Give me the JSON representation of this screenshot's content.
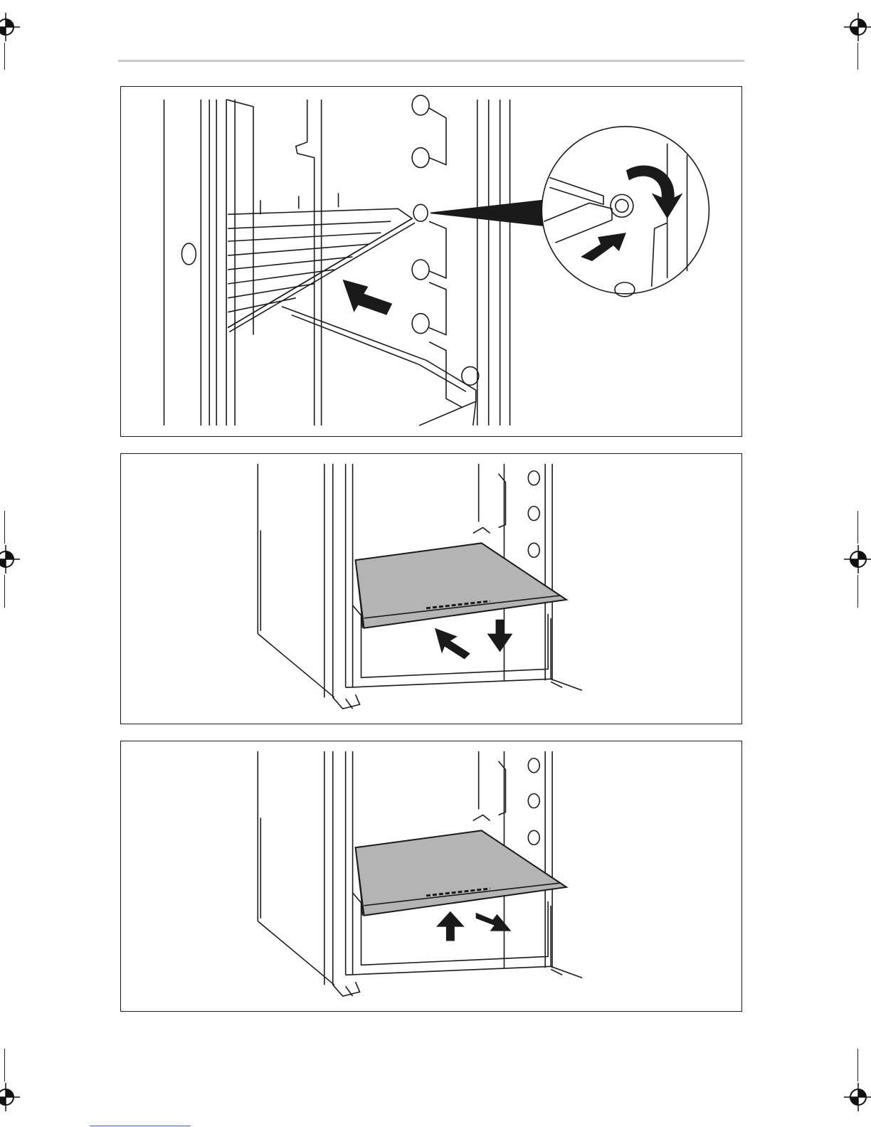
{
  "page": {
    "background": "#ffffff",
    "line_color": "#1a1a1a",
    "shade_color": "#b4b4b4",
    "rule_color": "#c8c8c8"
  },
  "figures": [
    {
      "id": "fig-1",
      "content": "shelf-rail-installation",
      "icons": [
        "arrow-push-icon",
        "arrow-rotate-icon",
        "magnifier-circle-icon"
      ]
    },
    {
      "id": "fig-2",
      "content": "glass-shelf-removal",
      "icons": [
        "arrow-up-left-icon",
        "arrow-down-icon"
      ]
    },
    {
      "id": "fig-3",
      "content": "glass-shelf-insertion",
      "icons": [
        "arrow-up-icon",
        "arrow-down-right-icon"
      ]
    }
  ],
  "registration_marks": [
    "top-left",
    "top-right",
    "middle-left",
    "middle-right",
    "bottom-left",
    "bottom-right"
  ]
}
